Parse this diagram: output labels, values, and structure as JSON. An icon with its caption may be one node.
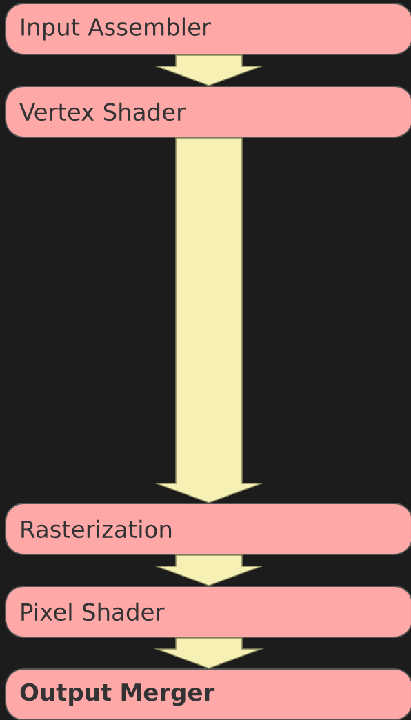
{
  "diagram": {
    "nodes": [
      {
        "text": [
          "Input Assembler"
        ]
      },
      {
        "text": [
          "Vertex Shader"
        ]
      },
      {
        "text": [
          "Rasterization"
        ]
      },
      {
        "text": [
          "Pixel Shader"
        ]
      },
      {
        "text": [
          "Output Merger"
        ]
      }
    ],
    "edges": [
      {
        "from": 0,
        "to": 1,
        "arrow": "to"
      },
      {
        "from": 1,
        "to": 2,
        "arrow": "to"
      },
      {
        "from": 2,
        "to": 3,
        "arrow": "to"
      },
      {
        "from": 3,
        "to": 4,
        "arrow": "to"
      }
    ]
  }
}
